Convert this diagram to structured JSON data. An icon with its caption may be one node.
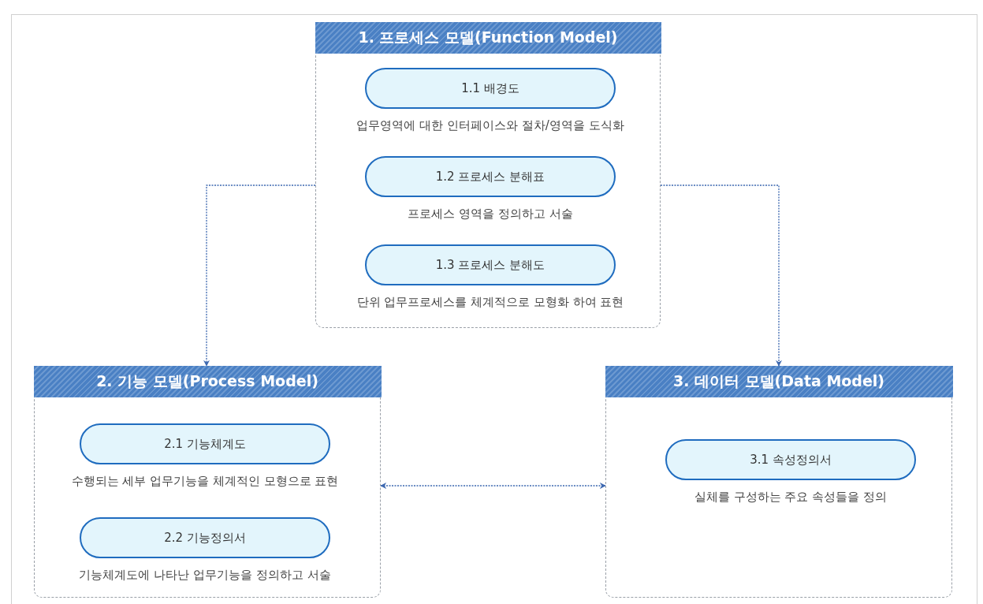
{
  "diagram": {
    "nodes": [
      {
        "text": [
          "1. 프로세스 모델(Function Model)"
        ]
      },
      {
        "text": [
          "1.1 배경도"
        ],
        "in": 0,
        "beside": [
          "업무영역에 대한 인터페이스와 절차/영역을 도식화"
        ]
      },
      {
        "text": [
          "1.2 프로세스 분해표"
        ],
        "in": 0,
        "beside": [
          "프로세스 영역을 정의하고 서술"
        ]
      },
      {
        "text": [
          "1.3 프로세스 분해도"
        ],
        "in": 0,
        "beside": [
          "단위 업무프로세스를 체계적으로 모형화 하여 표현"
        ]
      },
      {
        "text": [
          "2. 기능 모델(Process Model)"
        ]
      },
      {
        "text": [
          "2.1 기능체계도"
        ],
        "in": 4,
        "beside": [
          "수행되는 세부 업무기능을 체계적인 모형으로 표현"
        ]
      },
      {
        "text": [
          "2.2 기능정의서"
        ],
        "in": 4,
        "beside": [
          "기능체계도에 나타난 업무기능을 정의하고 서술"
        ]
      },
      {
        "text": [
          "3. 데이터 모델(Data Model)"
        ]
      },
      {
        "text": [
          "3.1 속성정의서"
        ],
        "in": 7,
        "beside": [
          "실체를 구성하는 주요 속성들을 정의"
        ]
      }
    ],
    "edges": [
      {
        "from": 0,
        "to": 4,
        "arrow": "to",
        "style": "dashed"
      },
      {
        "from": 0,
        "to": 7,
        "arrow": "to",
        "style": "dashed"
      },
      {
        "from": 4,
        "to": 7,
        "arrow": "both",
        "style": "dashed"
      }
    ]
  }
}
